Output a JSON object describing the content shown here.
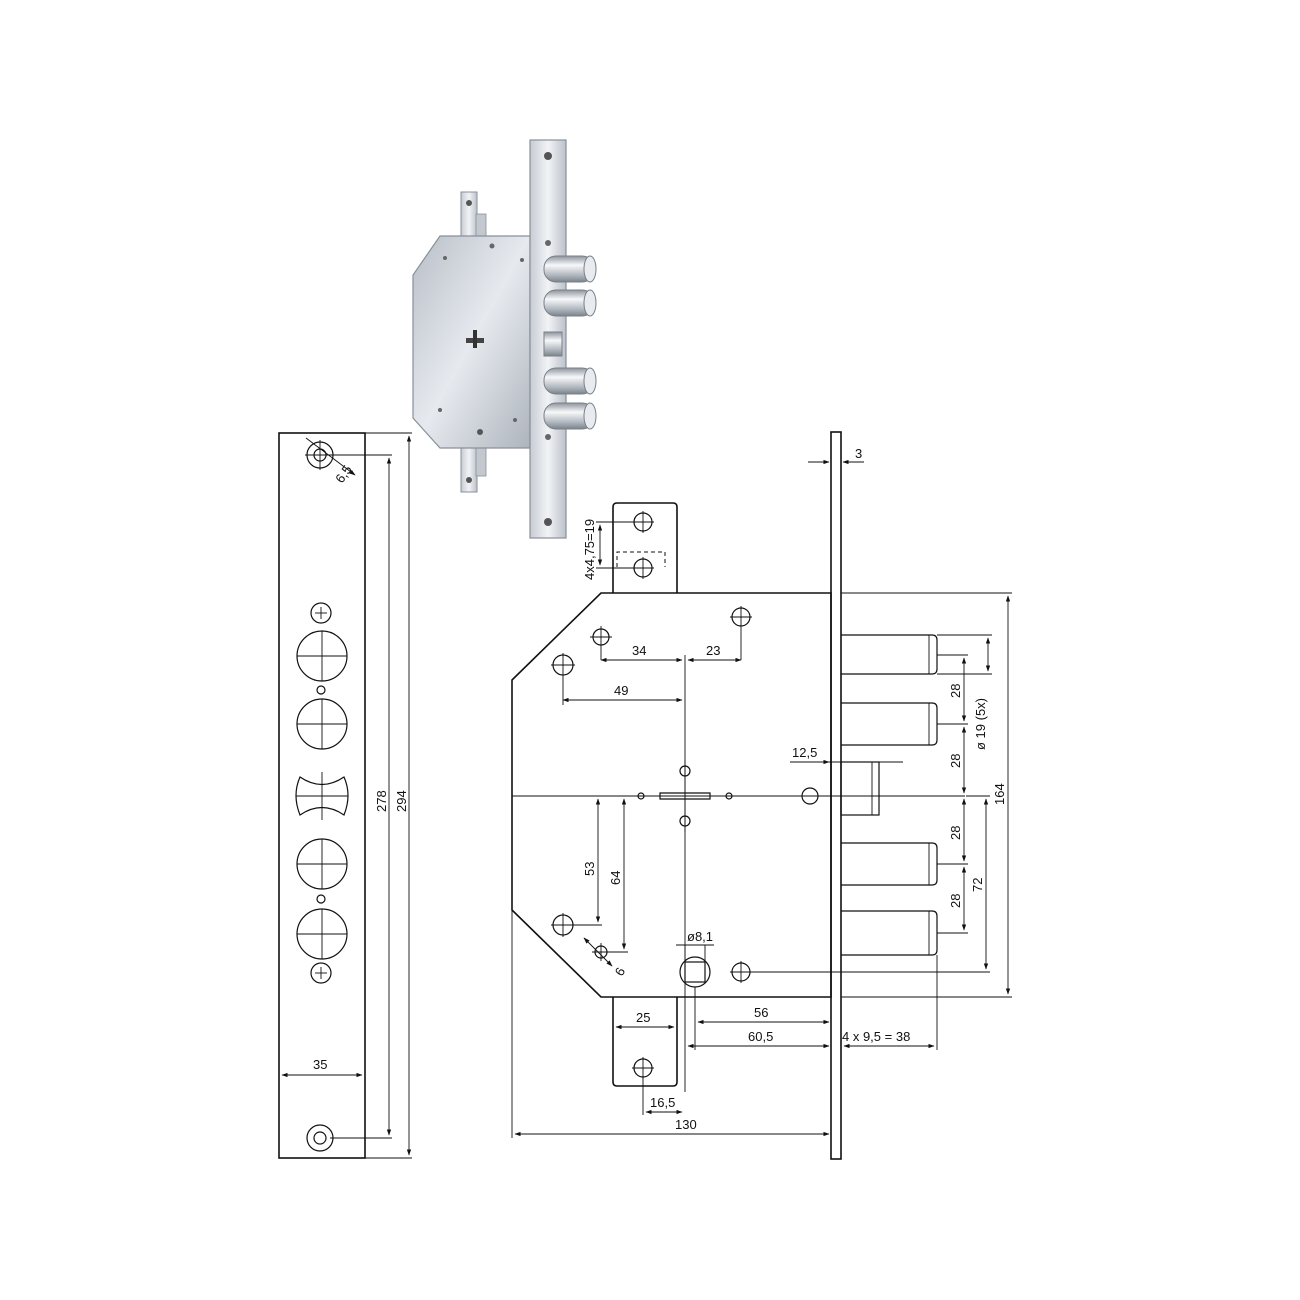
{
  "product": {
    "name": "mortise-lock-3d-render",
    "colors": {
      "body": "#c9ced6",
      "body_light": "#e4e8ee",
      "faceplate": "#d6dae0",
      "bolt": "#dfe3e8",
      "outline": "#8a9099"
    }
  },
  "front_view": {
    "dimensions": {
      "hole": "6,5",
      "inner_length": "278",
      "outer_length": "294",
      "width": "35"
    }
  },
  "side_view": {
    "dimensions": {
      "plate_thickness": "3",
      "tab_holes": "4x4,75=19",
      "d34": "34",
      "d23": "23",
      "d49": "49",
      "d12_5": "12,5",
      "d53": "53",
      "d64": "64",
      "d6": "6",
      "d8_1": "ø8,1",
      "d25": "25",
      "d16_5": "16,5",
      "d56": "56",
      "d60_5": "60,5",
      "d130": "130",
      "bolt_throw": "4 x 9,5 = 38",
      "bolt_pitch": [
        "28",
        "28",
        "28",
        "28"
      ],
      "bolt_dia": "ø 19 (5x)",
      "d72": "72",
      "d164": "164"
    }
  }
}
